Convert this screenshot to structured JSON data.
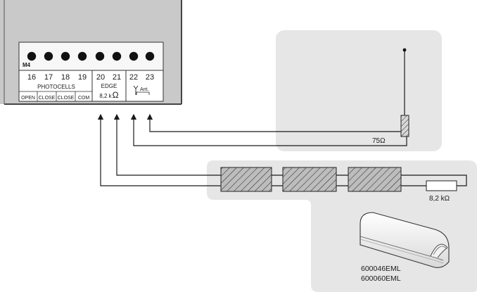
{
  "controller": {
    "module_label": "M4",
    "terminals": [
      "16",
      "17",
      "18",
      "19",
      "20",
      "21",
      "22",
      "23"
    ],
    "groups": {
      "photocells": "PHOTOCELLS",
      "edge": "EDGE",
      "edge_value": "8,2 k",
      "antenna": "Ant."
    },
    "photocell_sublabels": [
      "OPEN",
      "CLOSE",
      "CLOSE",
      "COM"
    ],
    "omega": "Ω"
  },
  "antenna": {
    "resistance": "75Ω"
  },
  "edge_strip": {
    "resistance": "8,2 kΩ"
  },
  "product_codes": [
    "600046EML",
    "600060EML"
  ]
}
